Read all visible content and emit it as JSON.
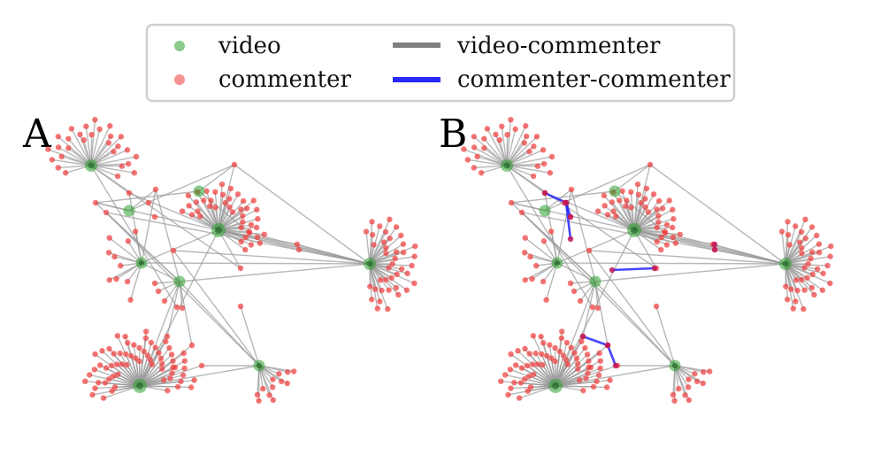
{
  "legend": {
    "items": [
      {
        "label": "video",
        "kind": "node",
        "color": "#2ca02c"
      },
      {
        "label": "commenter",
        "kind": "node",
        "color": "#f03a3a"
      },
      {
        "label": "video-commenter",
        "kind": "edge",
        "color": "#7f7f7f"
      },
      {
        "label": "commenter-commenter",
        "kind": "edge",
        "color": "#2727ff"
      }
    ]
  },
  "panels": [
    {
      "label": "A",
      "show_commenter_edges": false
    },
    {
      "label": "B",
      "show_commenter_edges": true
    }
  ],
  "colors": {
    "video": "#2ca02c",
    "commenter": "#f03a3a",
    "video_commenter_edge": "#9a9a9a",
    "commenter_commenter_edge": "#2727ff"
  }
}
